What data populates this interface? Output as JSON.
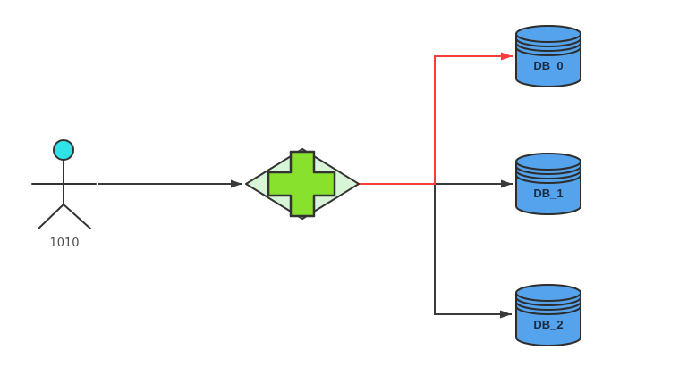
{
  "actor": {
    "label": "1010"
  },
  "gateway": {
    "type": "parallel-gateway-cross"
  },
  "databases": [
    {
      "label": "DB_0"
    },
    {
      "label": "DB_1"
    },
    {
      "label": "DB_2"
    }
  ],
  "edges": [
    {
      "from": "actor-1010",
      "to": "gateway",
      "color": "black",
      "highlighted": false
    },
    {
      "from": "gateway",
      "to": "DB_0",
      "color": "red",
      "highlighted": true
    },
    {
      "from": "gateway",
      "to": "DB_1",
      "color": "black",
      "highlighted": false
    },
    {
      "from": "gateway",
      "to": "DB_2",
      "color": "black",
      "highlighted": false
    }
  ],
  "colors": {
    "line": "#3a3a3a",
    "highlight": "#fa3c3c",
    "db_fill": "#55a3ec",
    "db_stroke": "#2d2d2d",
    "db_text": "#1b2b40",
    "gw_fill": "#d9f5d7",
    "cross_fill": "#87e12d",
    "stroke_dark": "#333333",
    "head_fill": "#30e3e6",
    "label_color": "#4d4d4d"
  }
}
